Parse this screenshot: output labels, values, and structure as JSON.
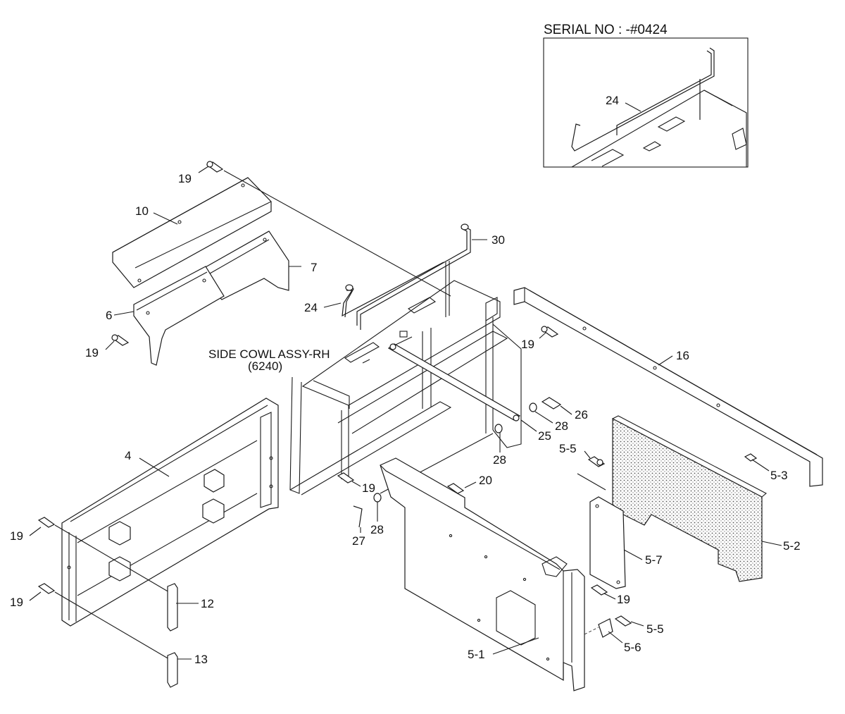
{
  "inset": {
    "serial": "SERIAL NO : -#0424",
    "label": "24"
  },
  "assy": {
    "line1": "SIDE COWL ASSY-RH",
    "line2": "(6240)"
  },
  "callouts": {
    "c19a": "19",
    "c10": "10",
    "c7": "7",
    "c6": "6",
    "c19b": "19",
    "c30": "30",
    "c24": "24",
    "c19c": "19",
    "c16": "16",
    "c26": "26",
    "c28a": "28",
    "c25": "25",
    "c28b": "28",
    "c5_5a": "5-5",
    "c5_3": "5-3",
    "c4": "4",
    "c19d": "19",
    "c20": "20",
    "c27": "27",
    "c28c": "28",
    "c19e": "19",
    "c5_7": "5-7",
    "c5_2": "5-2",
    "c12": "12",
    "c19f": "19",
    "c19g": "19",
    "c5_5b": "5-5",
    "c5_6": "5-6",
    "c5_1": "5-1",
    "c13": "13"
  }
}
